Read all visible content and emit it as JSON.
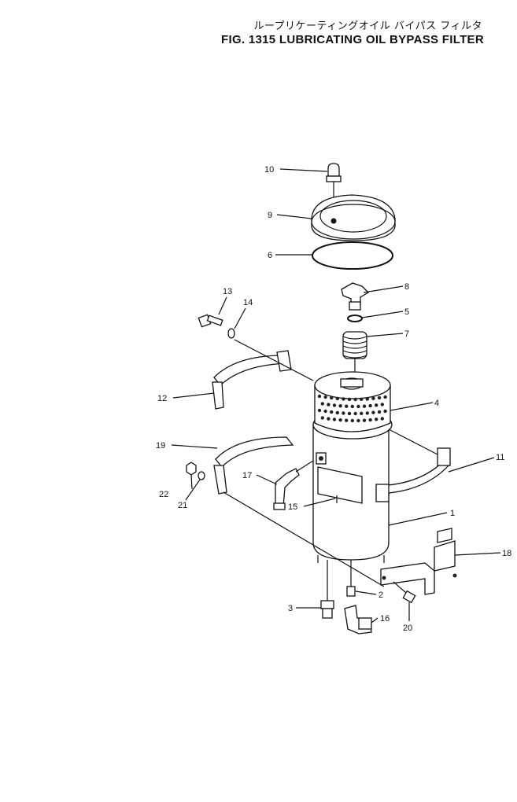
{
  "header": {
    "title_jp": "ループリケーティングオイル バイパス フィルタ",
    "title_en": "FIG. 1315  LUBRICATING OIL BYPASS FILTER"
  },
  "parts": [
    {
      "id": "p1",
      "label": "1"
    },
    {
      "id": "p2",
      "label": "2"
    },
    {
      "id": "p3",
      "label": "3"
    },
    {
      "id": "p4",
      "label": "4"
    },
    {
      "id": "p5",
      "label": "5"
    },
    {
      "id": "p6",
      "label": "6"
    },
    {
      "id": "p7",
      "label": "7"
    },
    {
      "id": "p8",
      "label": "8"
    },
    {
      "id": "p9",
      "label": "9"
    },
    {
      "id": "p10",
      "label": "10"
    },
    {
      "id": "p11",
      "label": "11"
    },
    {
      "id": "p12",
      "label": "12"
    },
    {
      "id": "p13",
      "label": "13"
    },
    {
      "id": "p14",
      "label": "14"
    },
    {
      "id": "p15",
      "label": "15"
    },
    {
      "id": "p16",
      "label": "16"
    },
    {
      "id": "p17",
      "label": "17"
    },
    {
      "id": "p18",
      "label": "18"
    },
    {
      "id": "p19",
      "label": "19"
    },
    {
      "id": "p20",
      "label": "20"
    },
    {
      "id": "p21",
      "label": "21"
    },
    {
      "id": "p22",
      "label": "22"
    }
  ]
}
